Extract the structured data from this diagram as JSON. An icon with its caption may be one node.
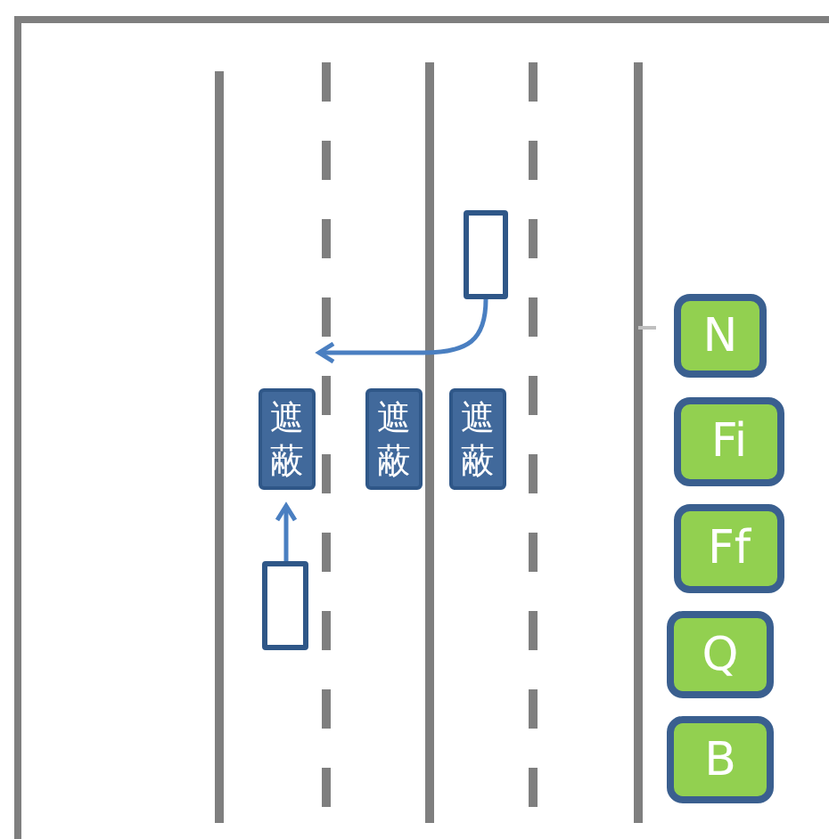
{
  "diagram": {
    "nodes": [
      {
        "text": [],
        "shape": "box"
      },
      {
        "text": [
          "N"
        ]
      },
      {
        "text": [
          "遮蔽"
        ]
      },
      {
        "text": [
          "遮蔽"
        ]
      },
      {
        "text": [
          "遮蔽"
        ]
      },
      {
        "text": [
          "Fi"
        ]
      },
      {
        "text": [
          "Ff"
        ]
      },
      {
        "text": [],
        "shape": "box"
      },
      {
        "text": [
          "Q"
        ]
      },
      {
        "text": [
          "B"
        ]
      }
    ],
    "edges": [
      {
        "from": 0,
        "to": 2,
        "arrow": "to"
      },
      {
        "from": 7,
        "to": 2,
        "arrow": "to"
      }
    ]
  }
}
